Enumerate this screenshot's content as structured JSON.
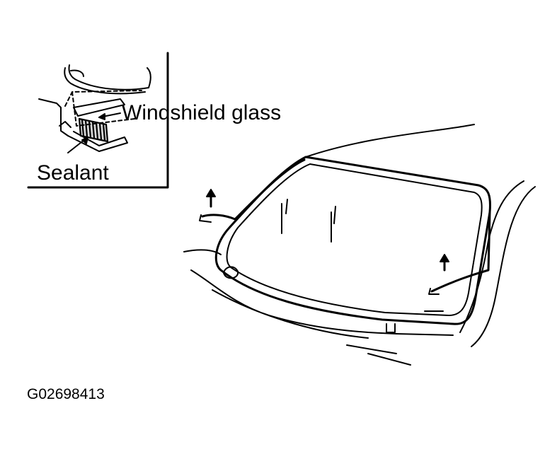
{
  "labels": {
    "windshield_glass": "Windshield glass",
    "sealant": "Sealant",
    "figure_id": "G02698413"
  },
  "colors": {
    "ink": "#000000",
    "paper": "#ffffff"
  },
  "icons": {
    "removal_arrow": "up-arrow-icon"
  }
}
